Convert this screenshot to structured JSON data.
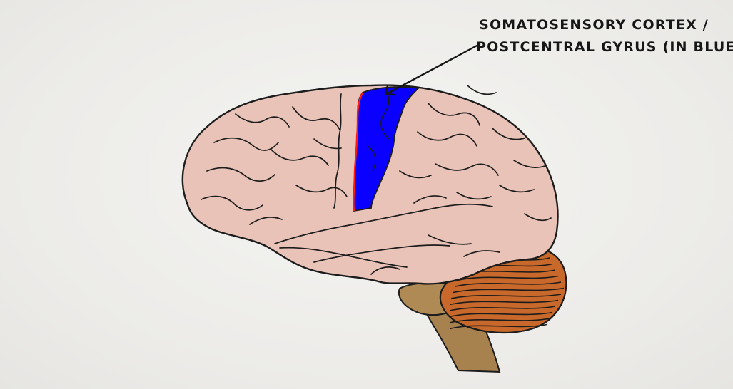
{
  "annotation": {
    "line1": "SOMATOSENSORY CORTEX /",
    "line2": "POSTCENTRAL GYRUS (IN BLUE)"
  },
  "colors": {
    "background": "#efefed",
    "cerebrum": "#e9c3b8",
    "somatosensory_cortex": "#0a00ff",
    "central_sulcus_edge": "#ff1a1a",
    "cerebellum": "#c8692b",
    "brainstem": "#a8824e",
    "outline": "#1c1c1c"
  },
  "regions": {
    "cerebrum": "cerebrum",
    "somatosensory_cortex": "somatosensory-cortex",
    "cerebellum": "cerebellum",
    "brainstem": "brainstem"
  }
}
